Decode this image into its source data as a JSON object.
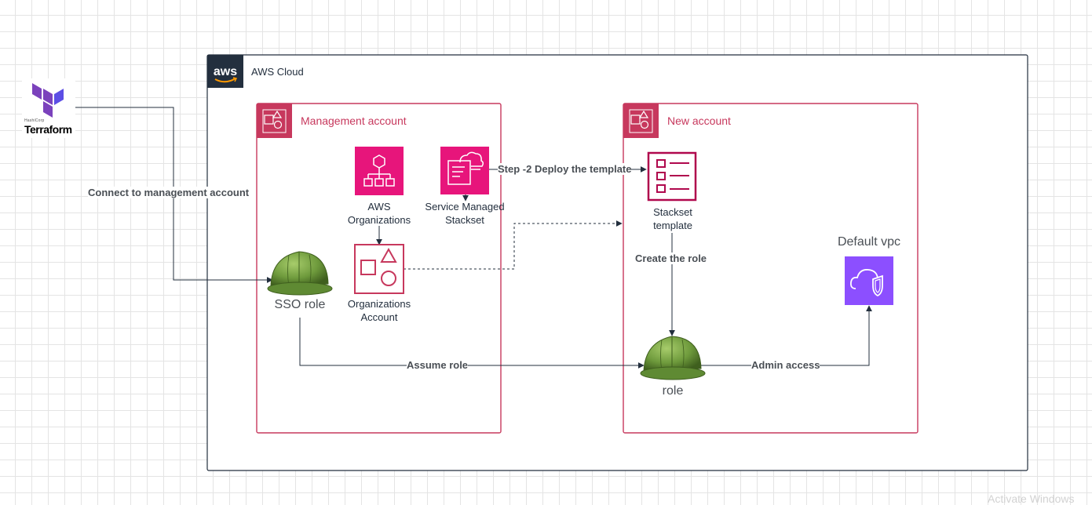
{
  "cloud": {
    "label": "AWS Cloud",
    "logo_text": "aws"
  },
  "groups": {
    "management": {
      "label": "Management account"
    },
    "new_account": {
      "label": "New account"
    }
  },
  "nodes": {
    "terraform": {
      "sub": "HashiCorp",
      "label": "Terraform"
    },
    "aws_orgs": {
      "label_line1": "AWS",
      "label_line2": "Organizations"
    },
    "stackset": {
      "label_line1": "Service Managed",
      "label_line2": "Stackset"
    },
    "orgs_account": {
      "label_line1": "Organizations",
      "label_line2": "Account"
    },
    "sso_role": {
      "label": "SSO role"
    },
    "stackset_template": {
      "label_line1": "Stackset",
      "label_line2": "template"
    },
    "role": {
      "label": "role"
    },
    "default_vpc": {
      "label": "Default vpc"
    }
  },
  "edges": {
    "connect": "Connect to management account",
    "deploy": "Step -2 Deploy the template",
    "create_role": "Create the role",
    "assume_role": "Assume role",
    "admin_access": "Admin access"
  },
  "watermark": "Activate Windows",
  "colors": {
    "group_border": "#c7385d",
    "pink_icon": "#e7157b",
    "purple_icon": "#8c4fff",
    "terraform_purple": "#7b42bc",
    "helmet_green": "#6e9a3c",
    "line": "#232f3e",
    "aws_dark": "#232f3e"
  }
}
